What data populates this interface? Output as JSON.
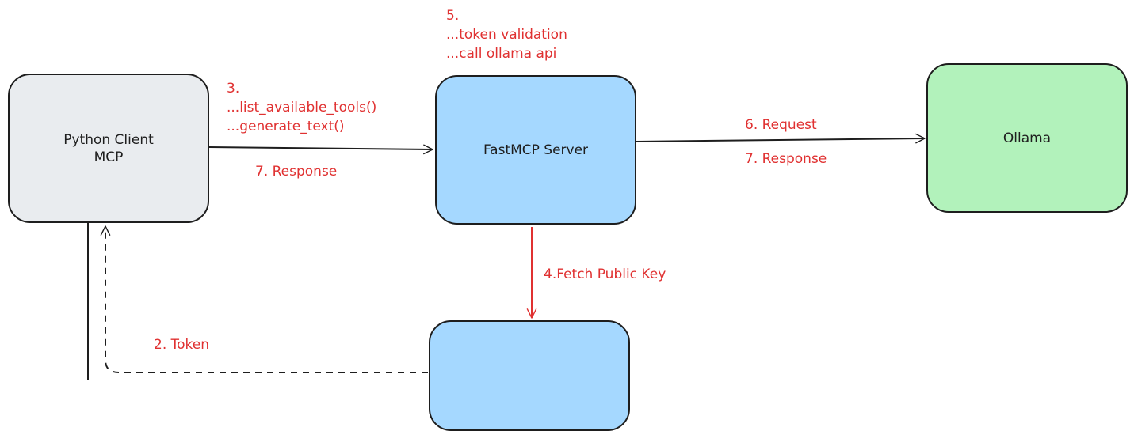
{
  "nodes": {
    "client": {
      "line1": "Python Client",
      "line2": "MCP"
    },
    "server": {
      "label": "FastMCP Server"
    },
    "ollama": {
      "label": "Ollama"
    },
    "auth": {
      "label": ""
    }
  },
  "labels": {
    "step5": {
      "line1": "5.",
      "line2": "...token validation",
      "line3": "...call ollama api"
    },
    "step3": {
      "line1": "3.",
      "line2": "...list_available_tools()",
      "line3": "...generate_text()"
    },
    "step7_left": "7. Response",
    "step6": "6. Request",
    "step7_right": "7. Response",
    "step4": "4.Fetch Public Key",
    "step2": "2. Token"
  },
  "colors": {
    "client_fill": "#e9ecef",
    "server_fill": "#a5d8ff",
    "ollama_fill": "#b2f2bb",
    "annotation_red": "#e03131",
    "stroke": "#1e1e1e"
  }
}
